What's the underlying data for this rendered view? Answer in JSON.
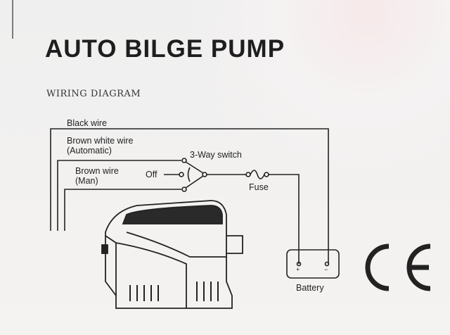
{
  "title": "AUTO BILGE PUMP",
  "subtitle": "WIRING DIAGRAM",
  "labels": {
    "black_wire": "Black wire",
    "brown_white_wire": "Brown white wire",
    "automatic": "(Automatic)",
    "brown_wire": "Brown wire",
    "man": "(Man)",
    "off": "Off",
    "switch": "3-Way switch",
    "fuse": "Fuse",
    "battery": "Battery",
    "battery_pos": "+",
    "battery_neg": "−"
  },
  "mark": "CE"
}
